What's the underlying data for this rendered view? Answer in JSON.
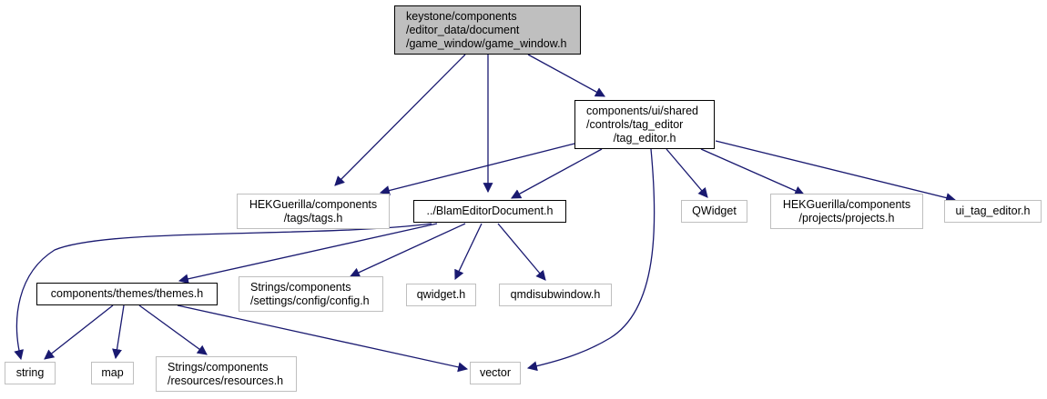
{
  "diagram": {
    "type": "include-dependency-graph",
    "edge_color": "#191970",
    "nodes": [
      {
        "id": "game_window",
        "lines": [
          "keystone/components",
          "/editor_data/document",
          "/game_window/game_window.h"
        ],
        "kind": "root",
        "align": "left"
      },
      {
        "id": "tag_editor",
        "lines": [
          "components/ui/shared",
          "/controls/tag_editor",
          "/tag_editor.h"
        ],
        "kind": "documented",
        "align": "mixed"
      },
      {
        "id": "tags",
        "lines": [
          "HEKGuerilla/components",
          "/tags/tags.h"
        ],
        "kind": "external",
        "align": "center"
      },
      {
        "id": "blam_editor_document",
        "lines": [
          "../BlamEditorDocument.h"
        ],
        "kind": "documented",
        "align": "center"
      },
      {
        "id": "qwidget_class",
        "lines": [
          "QWidget"
        ],
        "kind": "external",
        "align": "center"
      },
      {
        "id": "projects",
        "lines": [
          "HEKGuerilla/components",
          "/projects/projects.h"
        ],
        "kind": "external",
        "align": "center"
      },
      {
        "id": "ui_tag_editor",
        "lines": [
          "ui_tag_editor.h"
        ],
        "kind": "external",
        "align": "center"
      },
      {
        "id": "themes",
        "lines": [
          "components/themes/themes.h"
        ],
        "kind": "documented",
        "align": "center"
      },
      {
        "id": "config",
        "lines": [
          "Strings/components",
          "/settings/config/config.h"
        ],
        "kind": "external",
        "align": "left"
      },
      {
        "id": "qwidget_h",
        "lines": [
          "qwidget.h"
        ],
        "kind": "external",
        "align": "center"
      },
      {
        "id": "qmdisubwindow",
        "lines": [
          "qmdisubwindow.h"
        ],
        "kind": "external",
        "align": "center"
      },
      {
        "id": "string",
        "lines": [
          "string"
        ],
        "kind": "external",
        "align": "center"
      },
      {
        "id": "map",
        "lines": [
          "map"
        ],
        "kind": "external",
        "align": "center"
      },
      {
        "id": "resources",
        "lines": [
          "Strings/components",
          "/resources/resources.h"
        ],
        "kind": "external",
        "align": "left"
      },
      {
        "id": "vector",
        "lines": [
          "vector"
        ],
        "kind": "external",
        "align": "center"
      }
    ],
    "edges": [
      {
        "from": "game_window",
        "to": "tags"
      },
      {
        "from": "game_window",
        "to": "blam_editor_document"
      },
      {
        "from": "game_window",
        "to": "tag_editor"
      },
      {
        "from": "tag_editor",
        "to": "tags"
      },
      {
        "from": "tag_editor",
        "to": "blam_editor_document"
      },
      {
        "from": "tag_editor",
        "to": "vector"
      },
      {
        "from": "tag_editor",
        "to": "qwidget_class"
      },
      {
        "from": "tag_editor",
        "to": "projects"
      },
      {
        "from": "tag_editor",
        "to": "ui_tag_editor"
      },
      {
        "from": "blam_editor_document",
        "to": "string"
      },
      {
        "from": "blam_editor_document",
        "to": "themes"
      },
      {
        "from": "blam_editor_document",
        "to": "config"
      },
      {
        "from": "blam_editor_document",
        "to": "qwidget_h"
      },
      {
        "from": "blam_editor_document",
        "to": "qmdisubwindow"
      },
      {
        "from": "themes",
        "to": "string"
      },
      {
        "from": "themes",
        "to": "map"
      },
      {
        "from": "themes",
        "to": "resources"
      },
      {
        "from": "themes",
        "to": "vector"
      }
    ]
  }
}
